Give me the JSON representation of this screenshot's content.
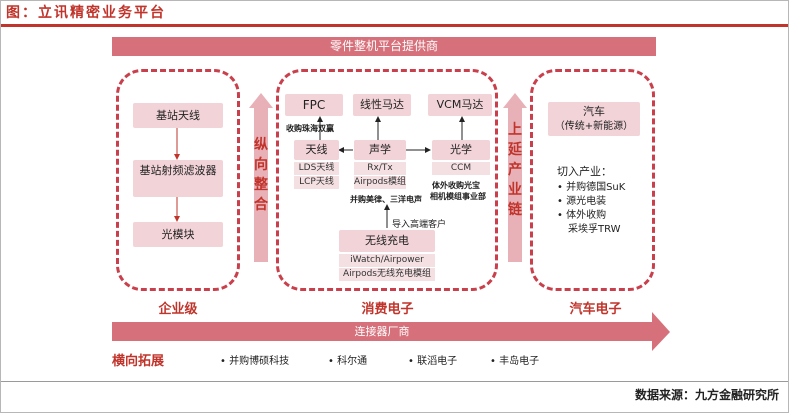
{
  "title": "图：立讯精密业务平台",
  "source": "数据来源：九方金融研究所",
  "top_banner": "零件整机平台提供商",
  "bottom_banner": "连接器厂商",
  "enterprise": {
    "label": "企业级",
    "nodes": [
      "基站天线",
      "基站射频滤波器",
      "光模块"
    ]
  },
  "vertical_label": "纵向整合",
  "consumer": {
    "label": "消费电子",
    "fpc": "FPC",
    "linear_motor": "线性马达",
    "vcm_motor": "VCM马达",
    "fpc_note": "收购珠海双赢",
    "antenna": "天线",
    "antenna_subs": [
      "LDS天线",
      "LCP天线"
    ],
    "acoustic": "声学",
    "acoustic_sub": "Rx/Tx",
    "acoustic_sub2": "Airpods模组",
    "acoustic_note": "并购美律、三洋电声",
    "optics": "光学",
    "optics_sub": "CCM",
    "optics_note_line1": "体外收购光宝",
    "optics_note_line2": "相机模组事业部",
    "import_note": "导入高端客户",
    "wireless": "无线充电",
    "wireless_subs": [
      "iWatch/Airpower",
      "Airpods无线充电模组"
    ]
  },
  "extension_label": "上延产业链",
  "auto": {
    "label": "汽车电子",
    "box_line1": "汽车",
    "box_line2": "（传统+新能源）",
    "entry_title": "切入产业：",
    "items": [
      "并购德国SuK",
      "源光电装",
      "体外收购",
      "采埃孚TRW"
    ]
  },
  "horizontal": {
    "label": "横向拓展",
    "items": [
      "并购博硕科技",
      "科尔通",
      "联滔电子",
      "丰岛电子"
    ]
  },
  "colors": {
    "accent": "#c0342b",
    "bar": "#d6707b",
    "box": "#f1d3d8"
  }
}
